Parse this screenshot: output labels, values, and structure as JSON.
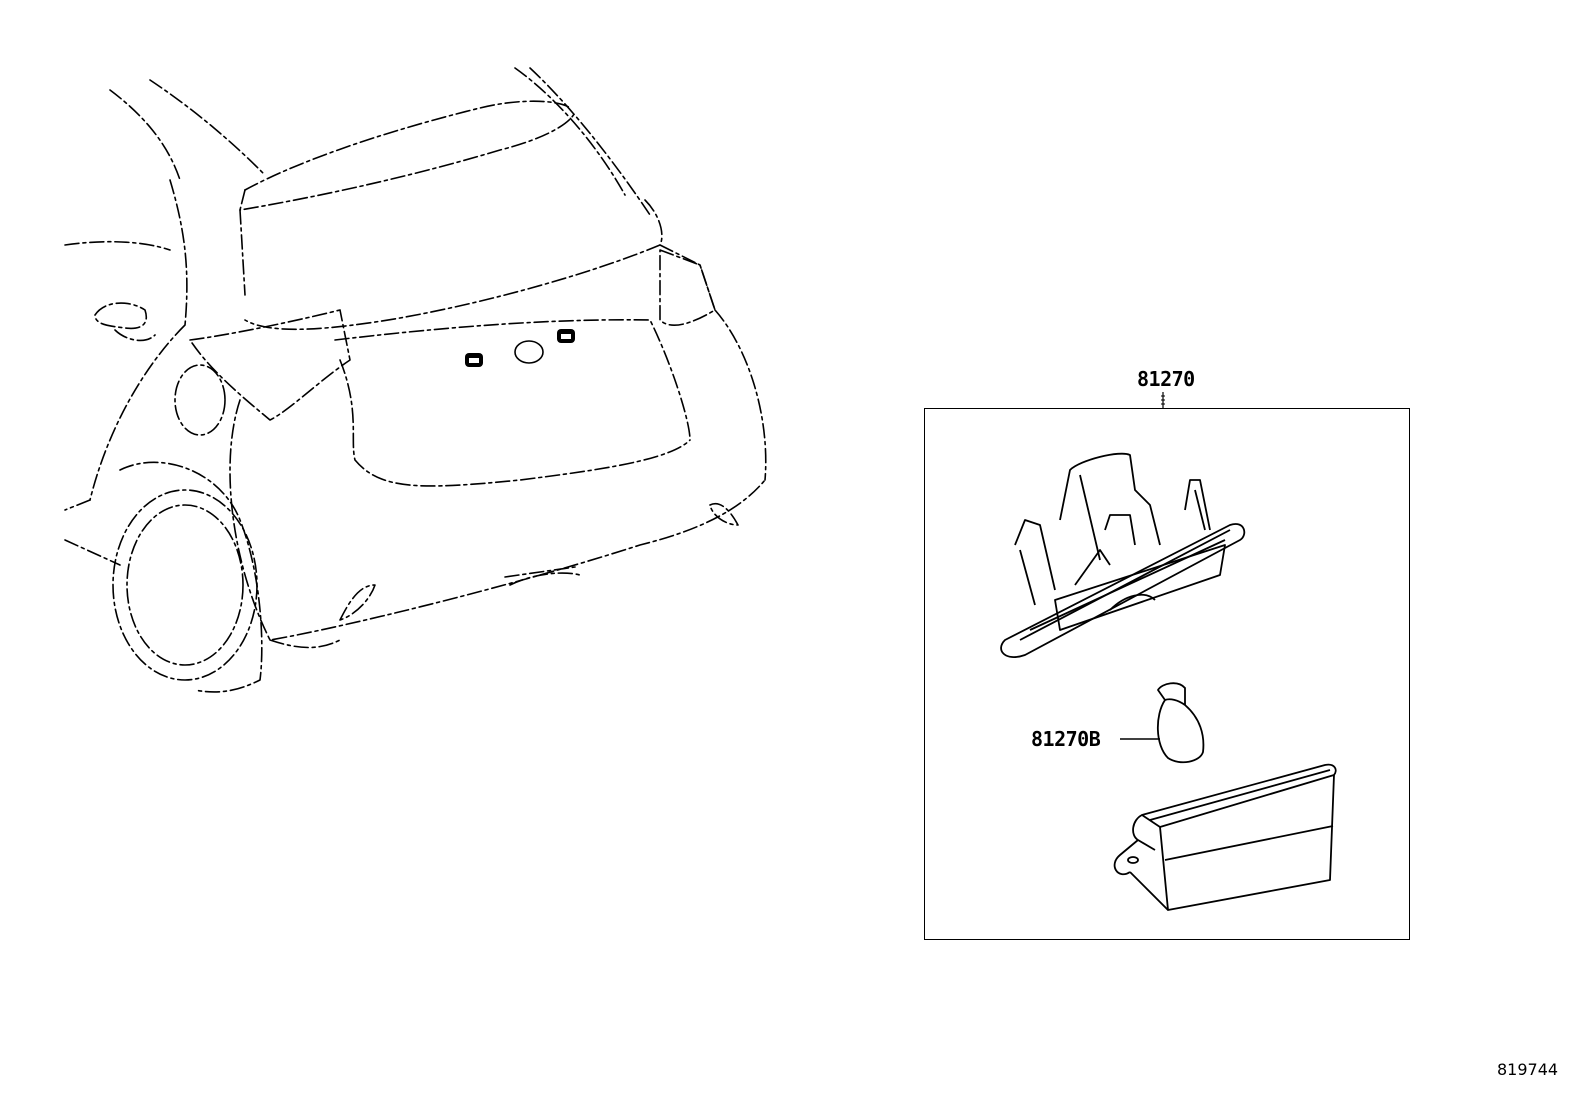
{
  "diagram": {
    "type": "parts-illustration",
    "subject": "Rear license plate lamp assembly",
    "callouts": {
      "assembly": "81270",
      "bulb": "81270B"
    },
    "figure_number": "819744",
    "colors": {
      "line": "#000000",
      "background": "#ffffff"
    }
  }
}
